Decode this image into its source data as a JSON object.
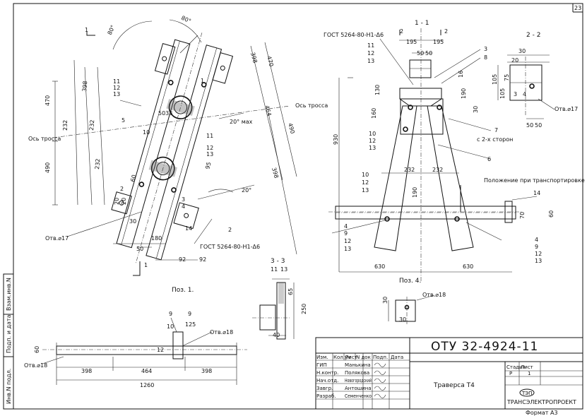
{
  "sheet": {
    "page_number": "23",
    "format": "Формат А3"
  },
  "stamp": {
    "designation": "ОТУ 32-4924-11",
    "title": "Траверса Т4",
    "company": "ТРАНСЭЛЕКТРОПРОЕКТ",
    "company_logo": "ТЭП",
    "header": [
      "Изм.",
      "Кол.уч",
      "Лист",
      "N док",
      "Подп.",
      "Дата"
    ],
    "roles": [
      "ГИП",
      "Н.контр.",
      "Нач.отд.",
      "Завгр.",
      "Разраб."
    ],
    "names": [
      "Манькина",
      "Полякова",
      "Новогородский",
      "Антошина",
      "Семенченко"
    ],
    "stage_label": "Стадия",
    "sheet_label": "Лист",
    "stage_value": "Р",
    "sheet_value": "1"
  },
  "side_labels": [
    "Инв.N подл.",
    "Подп. и дата",
    "Взам.инв.N"
  ],
  "views": {
    "poz1": "Поз. 1.",
    "poz4": "Поз. 4.",
    "section_11": "1 - 1",
    "section_22": "2 - 2",
    "section_33": "3 - 3"
  },
  "labels": {
    "gost_top": "ГОСТ 5264-80-Н1-Δ6",
    "gost_bottom": "ГОСТ 5264-80-Н1-Δ6",
    "axis_cable1": "Ось тросса",
    "axis_cable2": "Ось тросса",
    "transport": "Положение при транспортировке",
    "two_sides": "с 2-х сторон",
    "hole17_left": "Отв.⌀17",
    "hole17_right": "Отв.⌀17",
    "hole18_bottom_left": "Отв.⌀18",
    "hole18_bottom": "Отв.⌀18",
    "hole18_right": "Отв.⌀18",
    "max20": "20° мах",
    "ang20": "20°",
    "ang80a": "80°",
    "ang80b": "80°"
  },
  "dims": {
    "d195a": "195",
    "d195b": "195",
    "d50a": "50",
    "d50b": "50",
    "d16": "16",
    "d130": "130",
    "d190": "190",
    "d160": "160",
    "d30": "30",
    "d930": "930",
    "d232a": "232",
    "d232b": "232",
    "d190b": "190",
    "d630a": "630",
    "d630b": "630",
    "d70": "70",
    "d60": "60",
    "d470": "470",
    "d398a": "398",
    "d398b": "398",
    "d398c": "398",
    "d490": "490",
    "d232c": "232",
    "d232d": "232",
    "d464": "464",
    "d470b": "470",
    "d490b": "490",
    "d5033": "5033",
    "d95": "95",
    "d60b": "60",
    "d180": "180",
    "d50c": "50",
    "d92a": "92",
    "d92b": "92",
    "d30b": "30",
    "d20a": "20",
    "d20b": "20",
    "d105a": "105",
    "d105b": "105",
    "d75": "75",
    "d50d": "50",
    "d50e": "50",
    "d20c": "20",
    "d30c": "30",
    "d65": "65",
    "d250": "250",
    "d40": "40",
    "d125": "125",
    "d398d": "398",
    "d464b": "464",
    "d398e": "398",
    "d1260": "1260",
    "d60c": "60",
    "d30d": "30",
    "d30e": "30"
  },
  "pos": {
    "p1": "1",
    "p2": "2",
    "p3": "3",
    "p4": "4",
    "p5": "5",
    "p6": "6",
    "p7": "7",
    "p8": "8",
    "p9": "9",
    "p10": "10",
    "p11": "11",
    "p12": "12",
    "p13": "13",
    "p14": "14"
  }
}
